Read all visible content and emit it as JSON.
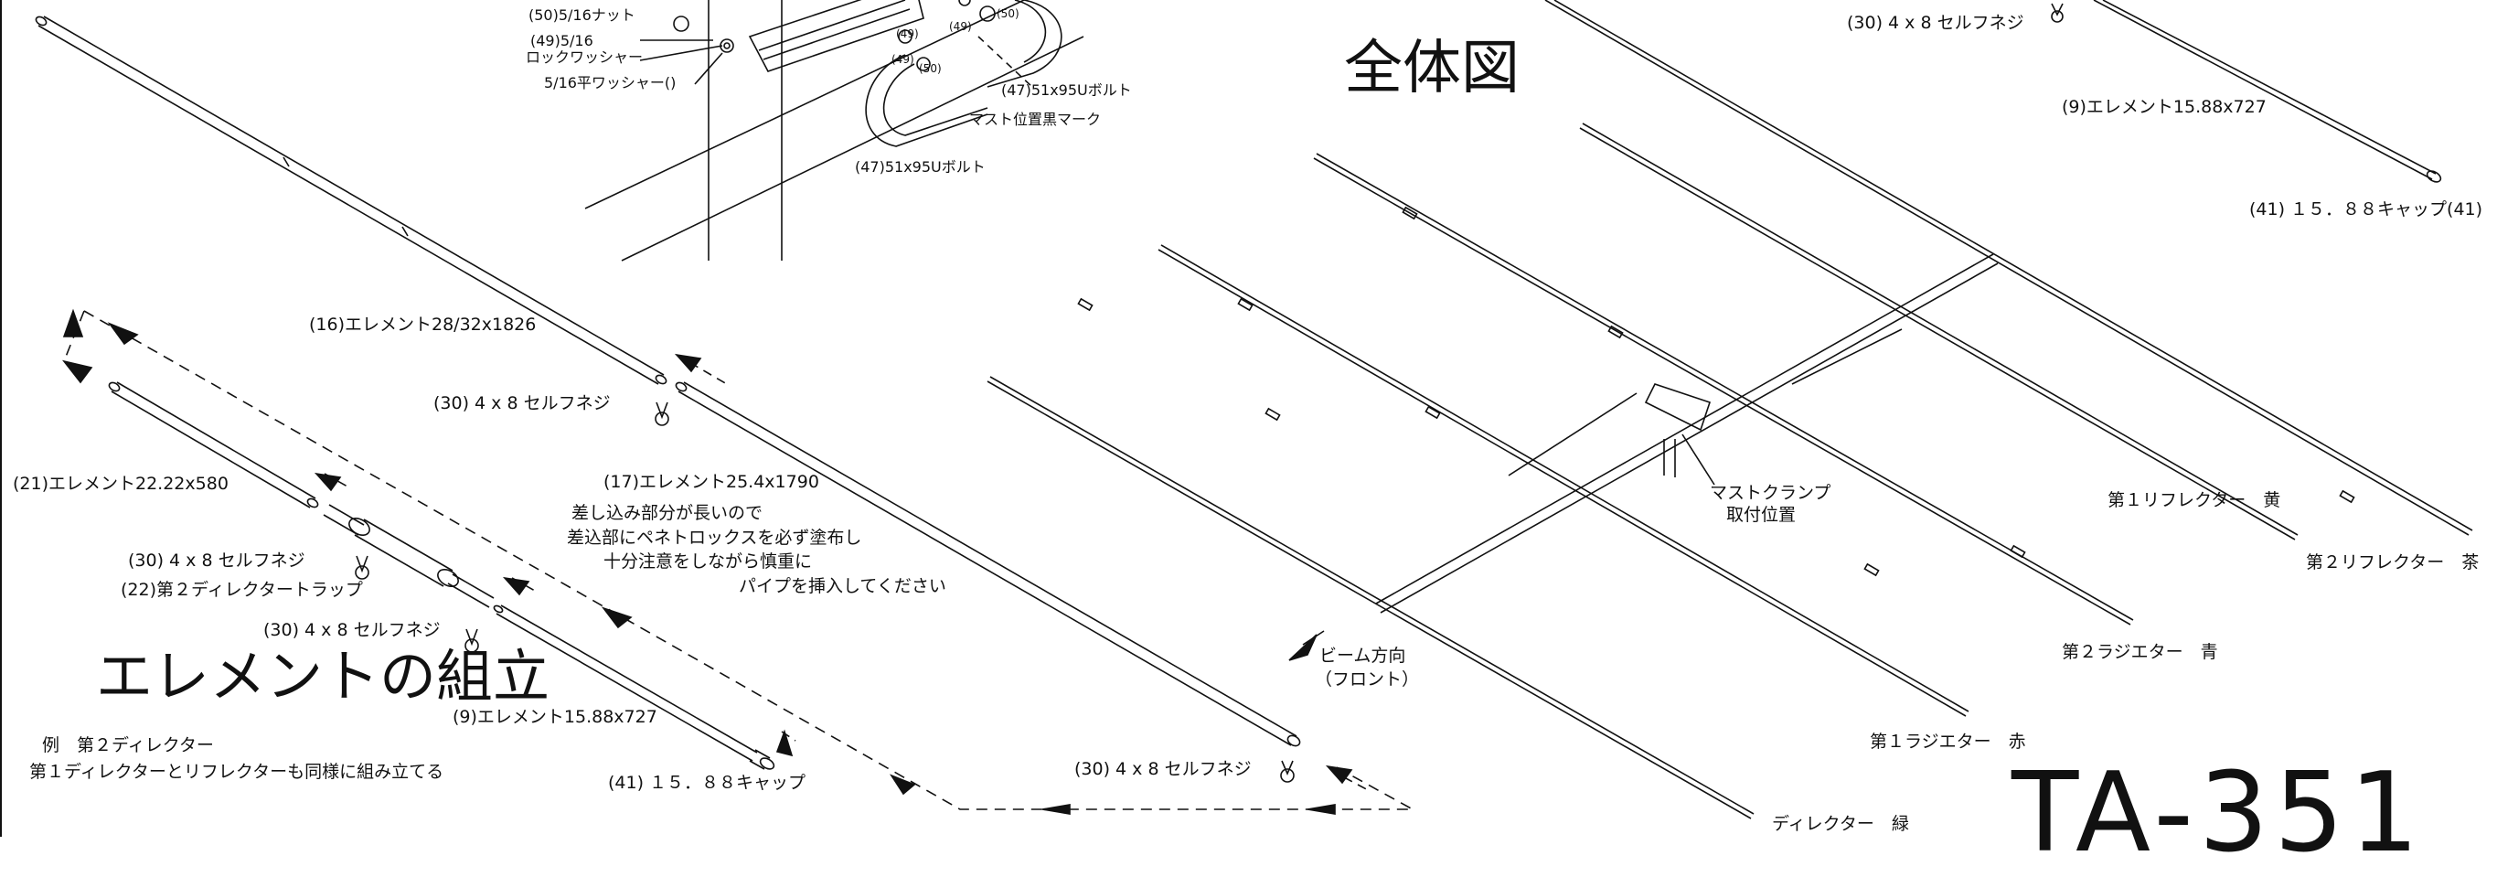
{
  "overview_title": "全体図",
  "assembly_title": "エレメントの組立",
  "model_number": "TA-351",
  "mounting": {
    "nut": "(50)5/16ナット",
    "lock_washer_a": "(49)5/16",
    "lock_washer_b": "ロックワッシャー",
    "flat_washer": "5/16平ワッシャー()",
    "ubolt_upper": "(47)51x95Uボルト",
    "ubolt_lower": "(47)51x95Uボルト",
    "mast_mark": "マスト位置黒マーク",
    "tag_49a": "(49)",
    "tag_49b": "(49)",
    "tag_49c": "(49)",
    "tag_50a": "(50)",
    "tag_50b": "(50)"
  },
  "parts": {
    "element_16": "(16)エレメント28/32x1826",
    "screw_a": "(30) 4 x 8 セルフネジ",
    "element_21": "(21)エレメント22.22x580",
    "element_17": "(17)エレメント25.4x1790",
    "note_lines": [
      "差し込み部分が長いので",
      "差込部にペネトロックスを必ず塗布し",
      "十分注意をしながら慎重に",
      "パイプを挿入してください"
    ],
    "screw_b": "(30) 4 x 8 セルフネジ",
    "trap_22": "(22)第２ディレクタートラップ",
    "screw_c": "(30) 4 x 8 セルフネジ",
    "element_9": "(9)エレメント15.88x727",
    "cap_41": "(41) １５．８８キャップ",
    "screw_d": "(30) 4 x 8 セルフネジ",
    "example_line1": "例　第２ディレクター",
    "example_line2": "第１ディレクターとリフレクターも同様に組み立てる"
  },
  "overview": {
    "screw_top": "(30) 4 x 8 セルフネジ",
    "element_9_top": "(9)エレメント15.88x727",
    "cap_top": "(41) １５．８８キャップ(41)",
    "mast_clamp_1": "マストクランプ",
    "mast_clamp_2": "取付位置",
    "beam_1": "ビーム方向",
    "beam_2": "（フロント）",
    "reflector_1": "第１リフレクター　黄",
    "reflector_2": "第２リフレクター　茶",
    "radiator_2": "第２ラジエター　青",
    "radiator_1": "第１ラジエター　赤",
    "director": "ディレクター　緑"
  }
}
